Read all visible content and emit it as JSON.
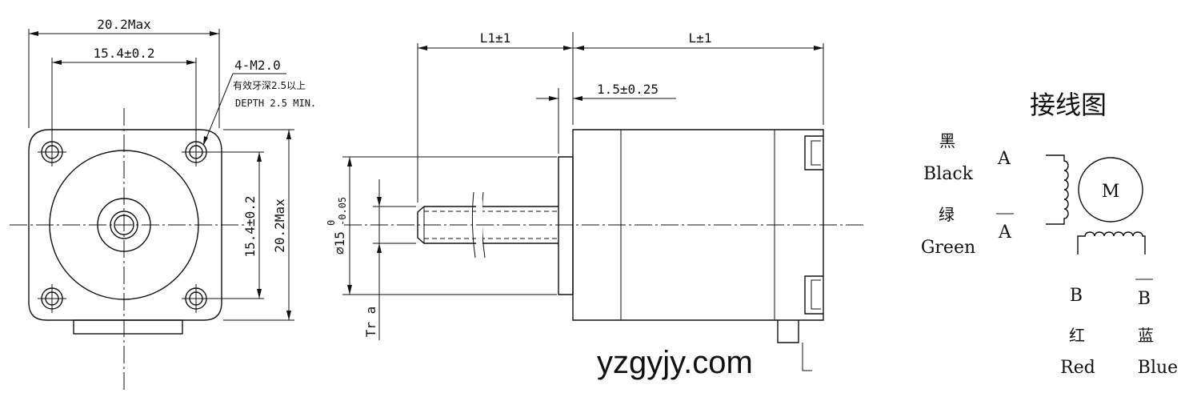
{
  "front_view": {
    "overall_width": "20.2Max",
    "hole_spacing_h": "15.4±0.2",
    "hole_spacing_v": "15.4±0.2",
    "overall_height": "20.2Max",
    "thread_spec": "4-M2.0",
    "thread_note_cn": "有效牙深2.5以上",
    "thread_note_en": "DEPTH 2.5 MIN."
  },
  "side_view": {
    "shaft_length": "L1±1",
    "body_length": "L±1",
    "flange_thickness": "1.5±0.25",
    "boss_diameter": "⌀15",
    "boss_tol_upper": "0",
    "boss_tol_lower": "-0.05",
    "lead_screw": "Tr a"
  },
  "wiring": {
    "title": "接线图",
    "motor_label": "M",
    "black_cn": "黑",
    "black_en": "Black",
    "green_cn": "绿",
    "green_en": "Green",
    "red_cn": "红",
    "red_en": "Red",
    "blue_cn": "蓝",
    "blue_en": "Blue",
    "phase_a": "A",
    "phase_a_bar": "A",
    "phase_b": "B",
    "phase_b_bar": "B"
  },
  "watermark": "yzgyjy.com"
}
